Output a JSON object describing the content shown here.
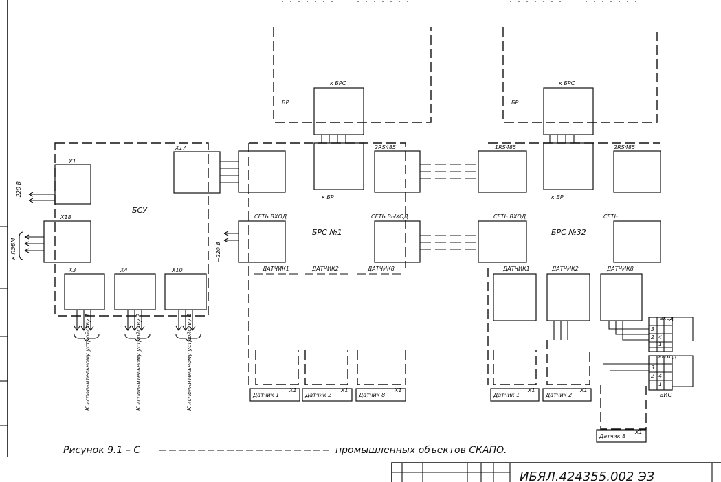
{
  "labels": {
    "bsu": "БСУ",
    "x1": "X1",
    "x18": "X18",
    "x17": "X17",
    "x3": "X3",
    "x4": "X4",
    "x10": "X10",
    "v220_left": "~220 В",
    "to_pc": "к ПЭВМ",
    "v220_mid": "~220 В",
    "to_dev1": "К исполнительному устройству 1",
    "to_dev2": "К исполнительному устройству 2",
    "to_dev8": "К исполнительному устройству 8",
    "br1": "БР",
    "br2": "БР",
    "k_bre1": "к БРС",
    "k_bre2": "к БРС",
    "k_br1": "к БР",
    "k_br2": "к БР",
    "rs485_1": "2RS485",
    "rs485_2": "1RS485",
    "rs485_3": "2RS485",
    "net_in1": "СЕТЬ ВХОД",
    "net_out1": "СЕТЬ ВЫХОД",
    "net_in2": "СЕТЬ ВХОД",
    "net_out2": "СЕТЬ",
    "brs1": "БРС №1",
    "brs32": "БРС №32",
    "sens1_a": "ДАТЧИК1",
    "sens2_a": "ДАТЧИК2",
    "sens8_a": "ДАТЧИК8",
    "sens1_b": "ДАТЧИК1",
    "sens2_b": "ДАТЧИК2",
    "sens8_b": "ДАТЧИК8",
    "dots_a": "...",
    "dots_b": "...",
    "d1_a": "Датчик 1",
    "d2_a": "Датчик 2",
    "d8_a": "Датчик 8",
    "d1_b": "Датчик 1",
    "d2_b": "Датчик 2",
    "d8_b": "Датчик 8",
    "x1_d1a": "X1",
    "x1_d2a": "X1",
    "x1_d8a": "X1",
    "x1_d1b": "X1",
    "x1_d2b": "X1",
    "x1_d8b": "X1",
    "vhod": "вход",
    "vyhod": "выход",
    "bis": "БИС",
    "t3a": "3",
    "t2a": "2",
    "t4a": "4",
    "t1a": "1",
    "t3b": "3",
    "t2b": "2",
    "t4b": "4",
    "t1b": "1"
  },
  "caption": "Рисунок 9.1 – С",
  "caption_tail": "промышленных объектов СКАПО.",
  "stamp": "ИБЯЛ.424355.002 ЭЗ"
}
